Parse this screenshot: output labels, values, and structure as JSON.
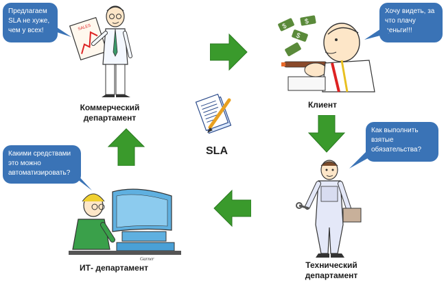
{
  "center": {
    "label": "SLA"
  },
  "nodes": {
    "commercial": {
      "label_line1": "Коммерческий",
      "label_line2": "департамент",
      "speech": "Предлагаем\nSLA не хуже,\nчем у всех!",
      "sign_text": "SALES"
    },
    "client": {
      "label": "Клиент",
      "speech": "Хочу видеть, за\nчто плачу\nденьги!!!"
    },
    "technical": {
      "label_line1": "Технический",
      "label_line2": "департамент",
      "speech": "Как выполнить\nвзятые\nобязательства?"
    },
    "it": {
      "label": "ИТ- департамент",
      "speech": "Какими средствами\nэто можно\nавтоматизировать?",
      "signature": "Garner"
    }
  },
  "colors": {
    "bubble": "#3a73b6",
    "arrow": "#3a9a2c",
    "monitor": "#5fb0e0"
  }
}
